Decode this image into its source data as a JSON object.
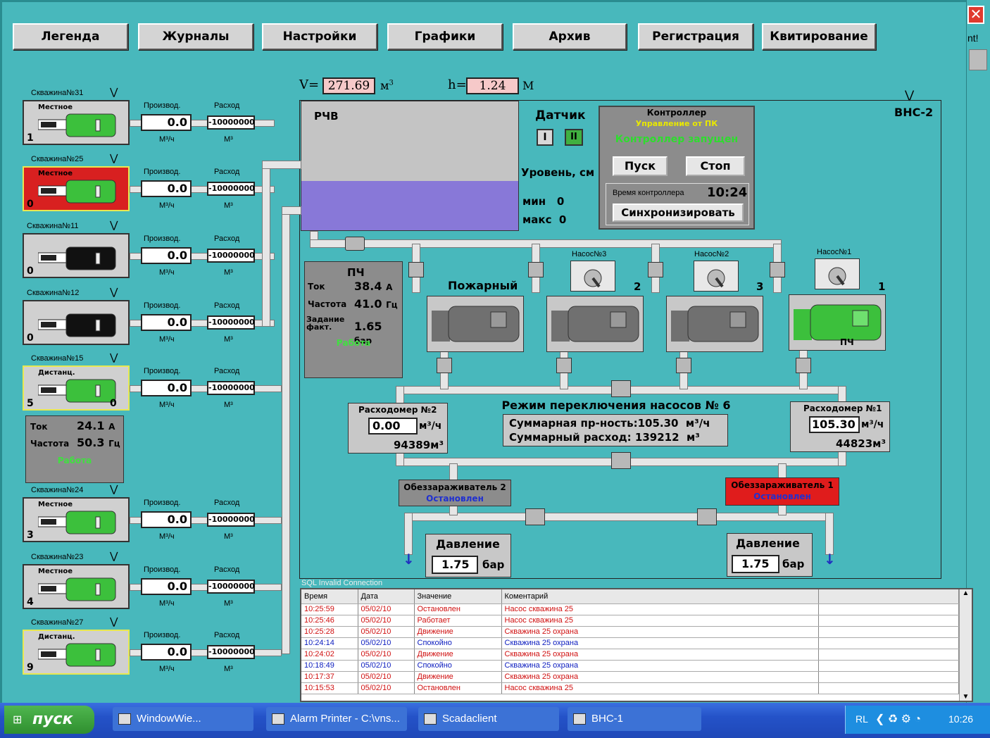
{
  "toolbar": [
    "Легенда",
    "Журналы",
    "Настройки",
    "Графики",
    "Архив",
    "Регистрация",
    "Квитирование"
  ],
  "right_edge": {
    "close": "✕",
    "label": "nt!"
  },
  "station": "ВНС-2",
  "tank": {
    "label": "РЧВ",
    "v_label": "V=",
    "v_value": "271.69",
    "v_unit": "м",
    "h_label": "h=",
    "h_value": "1.24",
    "h_unit": "М",
    "level_fraction": 0.38
  },
  "sensor": {
    "title": "Датчик",
    "btn1": "I",
    "btn2": "II",
    "level_label": "Уровень, см",
    "min_label": "мин",
    "min_value": "0",
    "max_label": "макс",
    "max_value": "0"
  },
  "controller": {
    "title": "Контроллер",
    "mode": "Управление от ПК",
    "status": "Контроллер запущен",
    "start": "Пуск",
    "stop": "Стоп",
    "time_label": "Время контроллера",
    "time_value": "10:24",
    "sync": "Синхронизировать"
  },
  "col_labels": {
    "prod": "Производ.",
    "flow": "Расход",
    "unit_prod": "М³/ч",
    "unit_flow": "М³"
  },
  "wells": [
    {
      "name": "Скважина№31",
      "mode": "Местное",
      "num": "1",
      "prod": "0.0",
      "flow": "-10000000",
      "state": "green",
      "extra": ""
    },
    {
      "name": "Скважина№25",
      "mode": "Местное",
      "num": "0",
      "prod": "0.0",
      "flow": "-10000000",
      "state": "red",
      "extra": ""
    },
    {
      "name": "Скважина№11",
      "mode": "",
      "num": "0",
      "prod": "0.0",
      "flow": "-10000000",
      "state": "black",
      "extra": ""
    },
    {
      "name": "Скважина№12",
      "mode": "",
      "num": "0",
      "prod": "0.0",
      "flow": "-10000000",
      "state": "black",
      "extra": ""
    },
    {
      "name": "Скважина№15",
      "mode": "Дистанц.",
      "num": "5",
      "prod": "0.0",
      "flow": "-10000000",
      "state": "green",
      "extra": "0"
    },
    {
      "name": "Скважина№24",
      "mode": "Местное",
      "num": "3",
      "prod": "0.0",
      "flow": "-10000000",
      "state": "green",
      "extra": ""
    },
    {
      "name": "Скважина№23",
      "mode": "Местное",
      "num": "4",
      "prod": "0.0",
      "flow": "-10000000",
      "state": "green",
      "extra": ""
    },
    {
      "name": "Скважина№27",
      "mode": "Дистанц.",
      "num": "9",
      "prod": "0.0",
      "flow": "-10000000",
      "state": "green",
      "extra": ""
    }
  ],
  "well_vfd": {
    "tok_label": "Ток",
    "tok_value": "24.1",
    "tok_unit": "А",
    "freq_label": "Частота",
    "freq_value": "50.3",
    "freq_unit": "Гц",
    "status": "Работа"
  },
  "pch": {
    "title": "ПЧ",
    "tok_label": "Ток",
    "tok_value": "38.4",
    "tok_unit": "А",
    "freq_label": "Частота",
    "freq_value": "41.0",
    "freq_unit": "Гц",
    "set_label": "Задание факт.",
    "set_value": "1.65",
    "set_unit": "бар",
    "status": "Работа"
  },
  "pumps": {
    "fire": "Пожарный",
    "n3": "Насос№3",
    "n2": "Насос№2",
    "n1": "Насос№1",
    "num2": "2",
    "num3": "3",
    "num1": "1",
    "pch": "ПЧ"
  },
  "flowmeter2": {
    "title": "Расходомер №2",
    "value": "0.00",
    "unit": "м³/ч",
    "total": "94389м³"
  },
  "flowmeter1": {
    "title": "Расходомер №1",
    "value": "105.30",
    "unit": "м³/ч",
    "total": "44823м³"
  },
  "mode_box": {
    "title": "Режим переключения насосов № 6",
    "line1": "Суммарная пр-ность:105.30  м³/ч",
    "line2": "Суммарный расход: 139212  м³"
  },
  "disinfect2": {
    "title": "Обеззараживатель 2",
    "status": "Остановлен"
  },
  "disinfect1": {
    "title": "Обеззараживатель 1",
    "status": "Остановлен"
  },
  "pressure2": {
    "title": "Давление",
    "value": "1.75",
    "unit": "бар"
  },
  "pressure1": {
    "title": "Давление",
    "value": "1.75",
    "unit": "бар"
  },
  "log": {
    "caption": "SQL Invalid Connection",
    "headers": [
      "Время",
      "Дата",
      "Значение",
      "Коментарий"
    ],
    "rows": [
      {
        "time": "10:25:59",
        "date": "05/02/10",
        "value": "Остановлен",
        "comment": "Насос скважина 25",
        "color": "#d01010"
      },
      {
        "time": "10:25:46",
        "date": "05/02/10",
        "value": "Работает",
        "comment": "Насос скважина 25",
        "color": "#d01010"
      },
      {
        "time": "10:25:28",
        "date": "05/02/10",
        "value": "Движение",
        "comment": "Скважина 25 охрана",
        "color": "#d01010"
      },
      {
        "time": "10:24:14",
        "date": "05/02/10",
        "value": "Спокойно",
        "comment": "Скважина 25 охрана",
        "color": "#1020c0"
      },
      {
        "time": "10:24:02",
        "date": "05/02/10",
        "value": "Движение",
        "comment": "Скважина 25 охрана",
        "color": "#d01010"
      },
      {
        "time": "10:18:49",
        "date": "05/02/10",
        "value": "Спокойно",
        "comment": "Скважина 25 охрана",
        "color": "#1020c0"
      },
      {
        "time": "10:17:37",
        "date": "05/02/10",
        "value": "Движение",
        "comment": "Скважина 25 охрана",
        "color": "#d01010"
      },
      {
        "time": "10:15:53",
        "date": "05/02/10",
        "value": "Остановлен",
        "comment": "Насос скважина 25",
        "color": "#d01010"
      }
    ]
  },
  "taskbar": {
    "start": "пуск",
    "items": [
      "WindowWie...",
      "Alarm Printer - C:\\vns...",
      "Scadaclient",
      "ВНС-1"
    ],
    "lang": "RL",
    "clock": "10:26"
  }
}
